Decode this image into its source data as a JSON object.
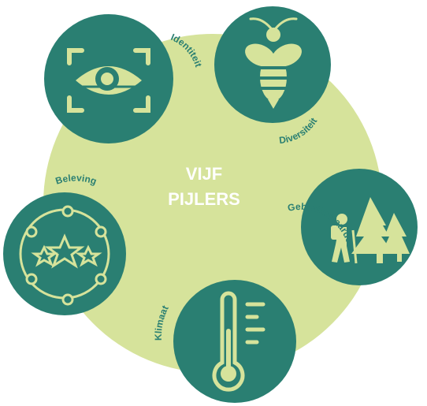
{
  "center": {
    "line1": "VIJF",
    "line2": "PIJLERS"
  },
  "pillars": [
    {
      "label": "Identiteit",
      "icon": "eye-scan-icon"
    },
    {
      "label": "Diversiteit",
      "icon": "bee-icon"
    },
    {
      "label": "Gebruikswaarde",
      "icon": "hiker-forest-icon"
    },
    {
      "label": "Klimaat",
      "icon": "thermometer-icon"
    },
    {
      "label": "Beleving",
      "icon": "stars-orbit-icon"
    }
  ],
  "colors": {
    "background": "#ffffff",
    "center_circle": "#d6e39b",
    "pillar_circle": "#2a7f72",
    "icon_fill": "#d6e39b",
    "label_text": "#2a7f72",
    "center_text": "#ffffff"
  }
}
